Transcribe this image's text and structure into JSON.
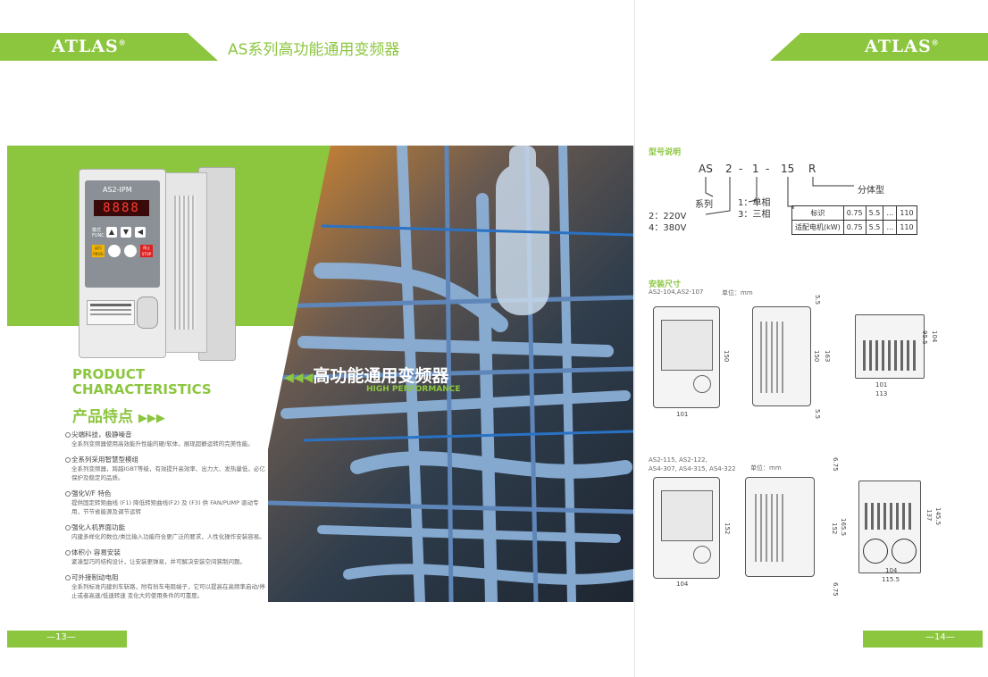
{
  "header": {
    "brand_left": "ATLAS",
    "brand_right": "ATLAS",
    "registered_mark": "®",
    "series_title": "AS系列高功能通用变频器"
  },
  "product_panel": {
    "title_line1": "PRODUCT",
    "title_line2": "CHARACTERISTICS",
    "title_cn": "产品特点",
    "arrows": "▶▶▶",
    "device_label": "AS2-IPM",
    "device_display": "8888",
    "key_labels": [
      "模式 FUNC",
      "运行 PROG",
      "停止 STOP"
    ]
  },
  "features": [
    {
      "title": "尖端科技，极静噪音",
      "desc": "全系列变频器使用高效能升性能的硬/软体，展现超静运转的完美性能。"
    },
    {
      "title": "全系列采用智慧型模组",
      "desc": "全系列变频器，跨越IGBT等级，有效提升高效率、出力大、发热量低，必亿保护及稳定的品质。"
    },
    {
      "title": "强化V/F 特色",
      "desc": "提供固定转矩曲线 (F1) 降低转矩曲线(F2) 及 (F3) 供 FAN/PUMP 驱动专用，节节省能源及调节运转"
    },
    {
      "title": "强化人机界面功能",
      "desc": "内建多样化的数位/类比输入功能符合更广泛的要求，人性化操作安装容易。"
    },
    {
      "title": "体积小 容易安装",
      "desc": "紧凑型巧的结构设计，让安装更弹易，并可解决安装空间狭制问题。"
    },
    {
      "title": "可外接制动电阻",
      "desc": "全系列标准内建刹车斩路，附有刹车电阻端子，它可以提高在高频率启动/停止或者高速/低速转速 变化大的使用条件的可靠度。"
    }
  ],
  "photo": {
    "overlay_cn": "高功能通用变频器",
    "overlay_en": "HIGH PERFORMANCE",
    "arrows": "◀◀◀"
  },
  "model_explain": {
    "label": "型号说明",
    "code_parts": [
      "AS",
      "2",
      "-",
      "1",
      "-",
      "15",
      "R"
    ],
    "split_type": "分体型",
    "series_label": "系列",
    "voltage": [
      "2：220V",
      "4：380V"
    ],
    "phase": [
      "1：单相",
      "3：三相"
    ],
    "table": [
      [
        "标识",
        "0.75",
        "5.5",
        "…",
        "110"
      ],
      [
        "适配电机(kW)",
        "0.75",
        "5.5",
        "…",
        "110"
      ]
    ]
  },
  "install": {
    "label": "安装尺寸",
    "group1_models": "AS2-104,AS2-107",
    "group2_models_l1": "AS2-115, AS2-122,",
    "group2_models_l2": "AS4-307, AS4-315, AS4-322",
    "unit": "单位：mm",
    "dims1": [
      "101",
      "150",
      "5.5",
      "150",
      "163",
      "5.5",
      "101",
      "113",
      "95.5",
      "104"
    ],
    "dims2": [
      "104",
      "152",
      "6.75",
      "152",
      "165.5",
      "6.75",
      "104",
      "115.5",
      "137",
      "145.5"
    ]
  },
  "footer": {
    "page_left": "—13—",
    "page_right": "—14—"
  },
  "colors": {
    "accent": "#8cc63f",
    "photo_dark": "#2a3440",
    "pipe_blue": "#7aa8d8"
  }
}
